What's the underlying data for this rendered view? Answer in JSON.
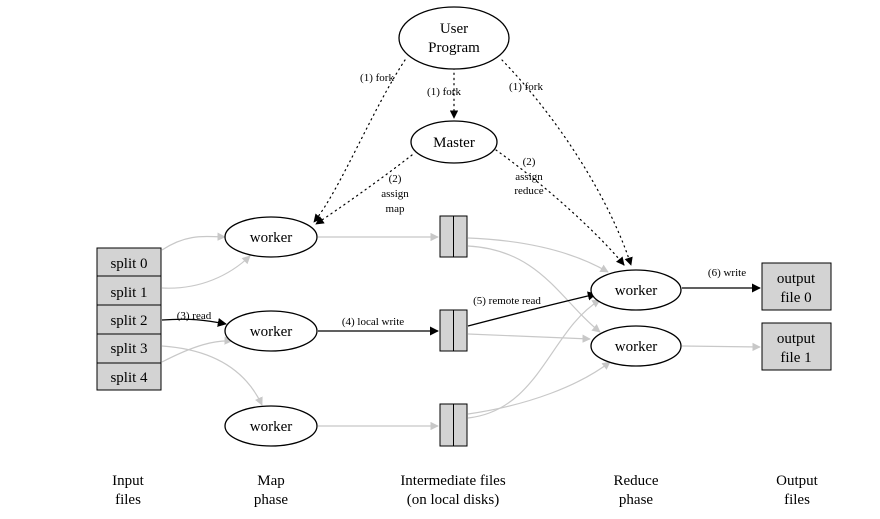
{
  "nodes": {
    "user_program": [
      "User",
      "Program"
    ],
    "master": "Master",
    "map_worker_1": "worker",
    "map_worker_2": "worker",
    "map_worker_3": "worker",
    "reduce_worker_1": "worker",
    "reduce_worker_2": "worker",
    "splits": [
      "split 0",
      "split 1",
      "split 2",
      "split 3",
      "split 4"
    ],
    "output_file_0": [
      "output",
      "file 0"
    ],
    "output_file_1": [
      "output",
      "file 1"
    ]
  },
  "edge_labels": {
    "fork_left": "(1) fork",
    "fork_center": "(1) fork",
    "fork_right": "(1) fork",
    "assign_map": [
      "(2)",
      "assign",
      "map"
    ],
    "assign_reduce": [
      "(2)",
      "assign",
      "reduce"
    ],
    "read": "(3) read",
    "local_write": "(4) local write",
    "remote_read": "(5) remote read",
    "write": "(6) write"
  },
  "phases": {
    "input": [
      "Input",
      "files"
    ],
    "map": [
      "Map",
      "phase"
    ],
    "intermediate": [
      "Intermediate files",
      "(on local disks)"
    ],
    "reduce": [
      "Reduce",
      "phase"
    ],
    "output": [
      "Output",
      "files"
    ]
  },
  "colors": {
    "box_fill": "#d3d3d3",
    "stroke": "#000000",
    "gray_edge": "#c8c8c8"
  }
}
